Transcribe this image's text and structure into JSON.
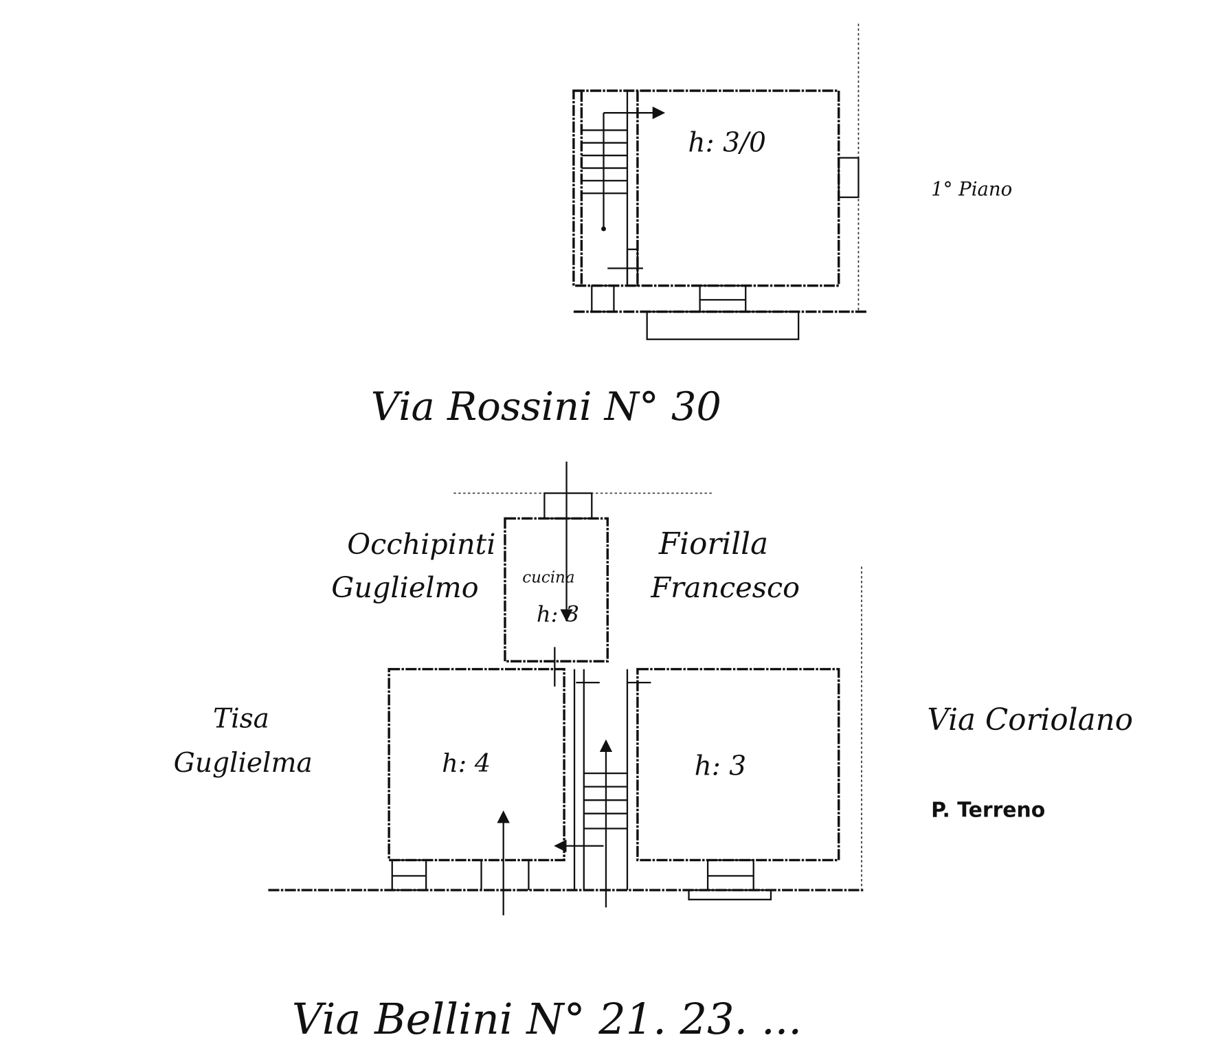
{
  "upper_floor": {
    "floor_label": "1° Piano",
    "room_height": "h: 3/0",
    "street_label": "Via Rossini N° 30"
  },
  "ground_floor": {
    "floor_label": "P. Terreno",
    "kitchen_label": "cucina",
    "kitchen_height": "h: 3",
    "left_room_height": "h: 4",
    "right_room_height": "h: 3",
    "neighbor_north_west": [
      "Occhipinti",
      "Guglielmo"
    ],
    "neighbor_north_east": [
      "Fiorilla",
      "Francesco"
    ],
    "neighbor_west": [
      "Tisa",
      "Guglielma"
    ],
    "street_east": "Via Coriolano",
    "street_south": "Via Bellini N° 21. 23. ..."
  }
}
